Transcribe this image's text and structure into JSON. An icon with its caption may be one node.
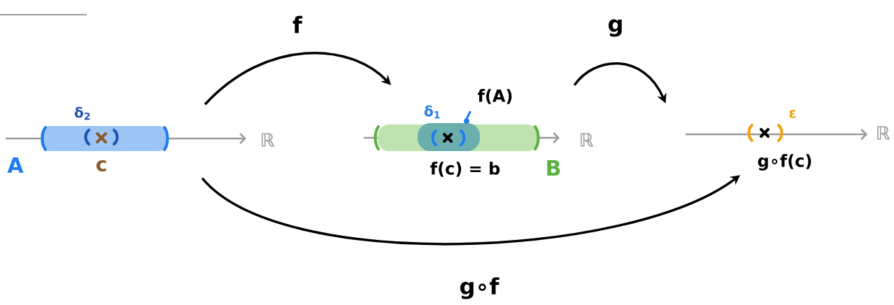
{
  "diagram": {
    "nodes": [
      {
        "text": [
          "δ$_{2}$",
          "ℝ",
          "A",
          "c"
        ]
      },
      {
        "text": [
          "f(A)",
          "δ$_{1}$",
          "ℝ",
          "f(c) = b",
          "B"
        ]
      },
      {
        "text": [
          "ε",
          "ℝ",
          "g∘f(c)"
        ]
      }
    ],
    "edges": [
      {
        "from": 0,
        "to": 1,
        "arrow": "to",
        "label": "f"
      },
      {
        "from": 1,
        "to": 2,
        "arrow": "to",
        "label": "g"
      },
      {
        "from": 0,
        "to": 2,
        "arrow": "to",
        "label": "g∘f"
      }
    ]
  }
}
